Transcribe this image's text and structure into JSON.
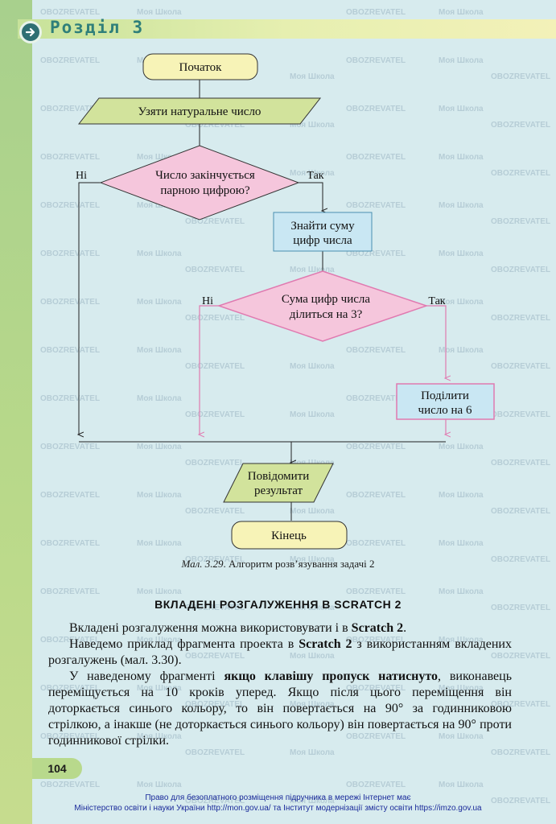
{
  "header": {
    "section_title": "Розділ 3"
  },
  "flowchart": {
    "start": "Початок",
    "input": "Узяти натуральне число",
    "decision1": [
      "Число закінчується",
      "парною цифрою?"
    ],
    "decision1_no": "Ні",
    "decision1_yes": "Так",
    "process1": [
      "Знайти суму",
      "цифр числа"
    ],
    "decision2": [
      "Сума цифр числа",
      "ділиться на 3?"
    ],
    "decision2_no": "Ні",
    "decision2_yes": "Так",
    "process2": [
      "Поділити",
      "число на 6"
    ],
    "output": [
      "Повідомити",
      "результат"
    ],
    "end": "Кінець",
    "colors": {
      "terminal": "#f7f3b7",
      "io": "#d2e39c",
      "decision": "#f5c6dc",
      "process": "#c9e7f3",
      "pink_line": "#e07ab0"
    }
  },
  "caption": {
    "label": "Мал. 3.29",
    "text": ". Алгоритм розв’язування задачі 2"
  },
  "heading": "ВКЛАДЕНІ РОЗГАЛУЖЕННЯ В SCRATCH 2",
  "paragraphs": {
    "p1": {
      "a": "Вкладені розгалуження можна використовувати і в ",
      "b": "Scratch 2",
      "c": "."
    },
    "p2": {
      "a": "Наведемо приклад фрагмента проекта в ",
      "b": "Scratch 2",
      "c": " з використанням вкладених розгалужень (мал. 3.30)."
    },
    "p3": {
      "a": "У наведеному фрагменті ",
      "b": "якщо клавішу пропуск натиснуто",
      "c": ", виконавець переміщується на 10 кроків уперед. Якщо після цього переміщення він доторкається синього кольору, то він повертається на 90° за годинниковою стрілкою, а інакше (не доторкається синього кольору) він повертається на 90° проти годинникової стрілки."
    }
  },
  "page_number": "104",
  "footer": {
    "line1": "Право для безоплатного розміщення підручника в мережі Інтернет має",
    "line2": "Міністерство освіти і науки України http://mon.gov.ua/ та Інститут модернізації змісту освіти https://imzo.gov.ua"
  },
  "watermark": {
    "text1": "OBOZREVATEL",
    "text2": "Моя Школа"
  }
}
